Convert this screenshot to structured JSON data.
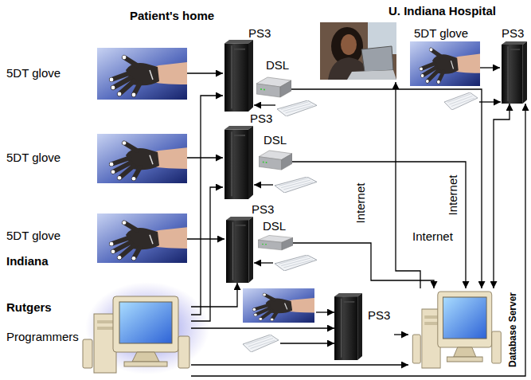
{
  "diagram": {
    "nodes": [
      {
        "text": [
          "5DT glove"
        ]
      },
      {
        "text": [
          "PS3"
        ]
      },
      {
        "text": [
          "DSL"
        ]
      },
      {
        "text": [
          "5DT glove"
        ]
      },
      {
        "text": [
          "PS3"
        ]
      },
      {
        "text": [
          "5DT glove"
        ]
      },
      {
        "text": [
          "PS3"
        ]
      },
      {
        "text": [
          "DSL"
        ]
      },
      {
        "text": [
          "5DT glove"
        ]
      },
      {
        "text": [
          "PS3"
        ]
      },
      {
        "text": [
          "DSL"
        ]
      },
      {
        "text": [
          "Programmers"
        ]
      },
      {
        "text": [
          "PS3"
        ]
      },
      {
        "text": [
          "Database Server"
        ]
      }
    ],
    "edges": [
      {
        "from": 0,
        "to": 1,
        "arrow": "to"
      },
      {
        "from": 3,
        "to": 4,
        "arrow": "to"
      },
      {
        "from": 5,
        "to": 6,
        "arrow": "to"
      },
      {
        "from": 8,
        "to": 9,
        "arrow": "to"
      },
      {
        "from": 2,
        "to": 13,
        "arrow": "to"
      },
      {
        "from": 7,
        "to": 13,
        "arrow": "to"
      },
      {
        "from": 10,
        "to": 13,
        "arrow": "to"
      },
      {
        "from": 4,
        "to": 13,
        "arrow": "both"
      },
      {
        "from": 11,
        "to": 1,
        "arrow": "to"
      },
      {
        "from": 11,
        "to": 6,
        "arrow": "to"
      },
      {
        "from": 11,
        "to": 9,
        "arrow": "to"
      },
      {
        "from": 11,
        "to": 12,
        "arrow": "to"
      },
      {
        "from": 11,
        "to": 13,
        "arrow": "to"
      },
      {
        "from": 11,
        "to": 4,
        "arrow": "to"
      },
      {
        "from": 12,
        "to": 13,
        "arrow": "to"
      }
    ],
    "labels": [
      "Patient's home",
      "U. Indiana Hospital",
      "Indiana",
      "Rutgers",
      "Internet",
      "Internet",
      "Internet"
    ]
  }
}
